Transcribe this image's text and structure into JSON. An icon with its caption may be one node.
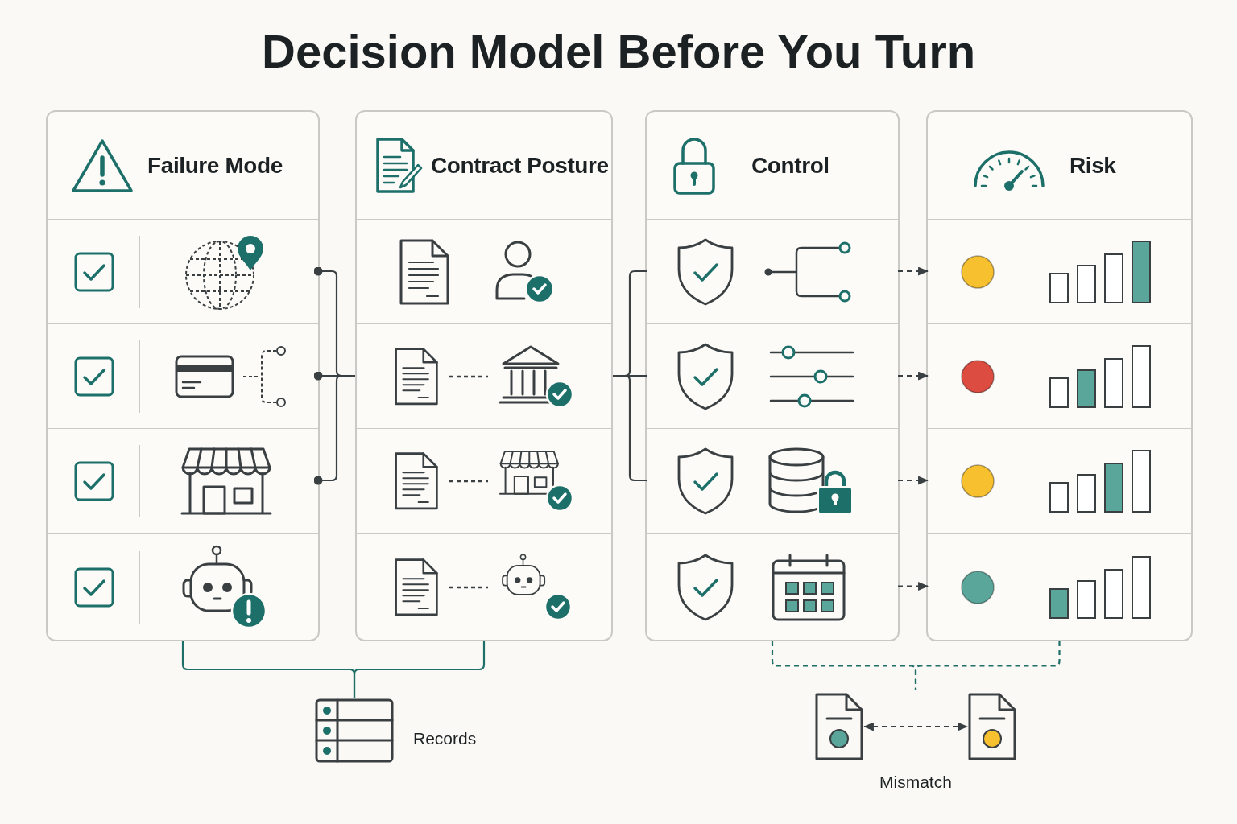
{
  "diagram": {
    "title": "Decision Model Before You Turn",
    "nodes": [
      {
        "text": [
          "Failure Mode"
        ]
      },
      {
        "text": [],
        "shape": "box",
        "in": 0
      },
      {
        "text": [],
        "shape": "box",
        "in": 0
      },
      {
        "text": [],
        "shape": "box",
        "in": 0
      },
      {
        "text": [],
        "shape": "box",
        "in": 0
      },
      {
        "text": [
          "Contract Posture"
        ]
      },
      {
        "text": [],
        "shape": "box",
        "in": 5
      },
      {
        "text": [],
        "shape": "box",
        "in": 5
      },
      {
        "text": [],
        "shape": "box",
        "in": 5
      },
      {
        "text": [],
        "shape": "box",
        "in": 5
      },
      {
        "text": [
          "Control"
        ]
      },
      {
        "text": [],
        "shape": "box",
        "in": 10
      },
      {
        "text": [],
        "shape": "box",
        "in": 10
      },
      {
        "text": [],
        "shape": "box",
        "in": 10
      },
      {
        "text": [],
        "shape": "box",
        "in": 10
      },
      {
        "text": [
          "Risk"
        ]
      },
      {
        "text": [],
        "shape": "box",
        "in": 15
      },
      {
        "text": [],
        "shape": "box",
        "in": 15
      },
      {
        "text": [],
        "shape": "box",
        "in": 15
      },
      {
        "text": [],
        "shape": "box",
        "in": 15
      },
      {
        "text": [],
        "shape": "picture",
        "beside": [
          "Records"
        ]
      },
      {
        "text": [],
        "shape": "picture"
      },
      {
        "text": [],
        "shape": "picture"
      }
    ],
    "edges": [
      {
        "from": 1,
        "to": 5,
        "arrow": "other"
      },
      {
        "from": 2,
        "to": 5,
        "arrow": "other"
      },
      {
        "from": 3,
        "to": 5,
        "arrow": "other"
      },
      {
        "from": 5,
        "to": 11,
        "arrow": "none"
      },
      {
        "from": 5,
        "to": 12,
        "arrow": "none"
      },
      {
        "from": 5,
        "to": 13,
        "arrow": "none"
      },
      {
        "from": 11,
        "to": 16,
        "arrow": "to",
        "style": "dashed"
      },
      {
        "from": 12,
        "to": 17,
        "arrow": "to",
        "style": "dashed"
      },
      {
        "from": 13,
        "to": 18,
        "arrow": "to",
        "style": "dashed"
      },
      {
        "from": 14,
        "to": 19,
        "arrow": "to",
        "style": "dashed"
      },
      {
        "from": 0,
        "to": 20,
        "arrow": "none",
        "color": "#1f6f69"
      },
      {
        "from": 5,
        "to": 20,
        "arrow": "none",
        "color": "#1f6f69"
      },
      {
        "from": 10,
        "to": null,
        "arrow": "none",
        "style": "dashed",
        "color": "#1f6f69"
      },
      {
        "from": 15,
        "to": null,
        "arrow": "none",
        "style": "dashed",
        "color": "#1f6f69"
      },
      {
        "from": 21,
        "to": 22,
        "arrow": "both",
        "style": "dashed"
      }
    ],
    "labels": [
      "Mismatch"
    ]
  }
}
